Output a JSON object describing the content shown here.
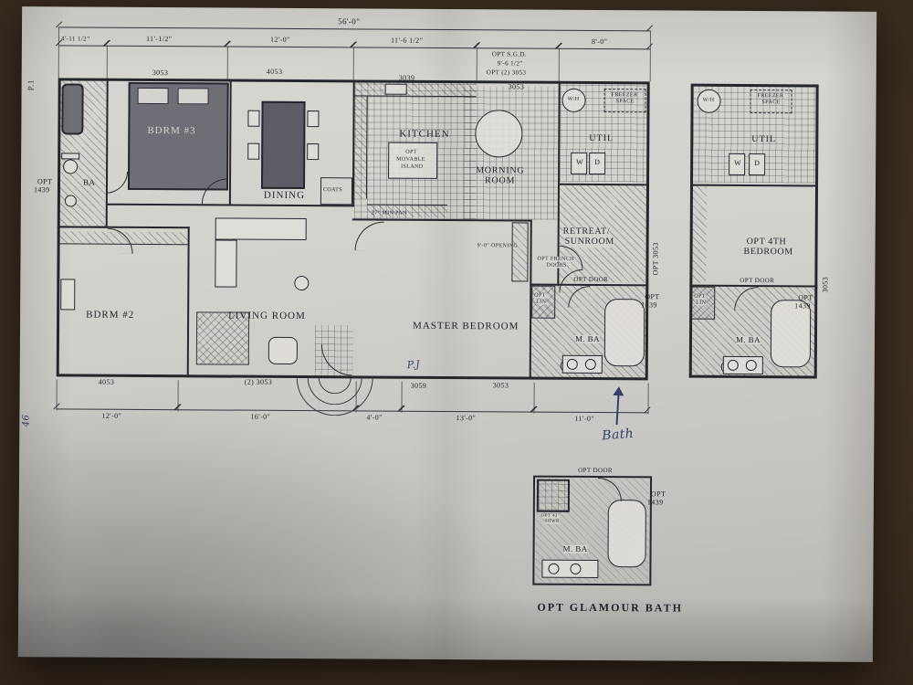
{
  "page": {
    "marker": "P.1",
    "side_note": "46"
  },
  "dims": {
    "top_overall": "56'-0\"",
    "top_seg_1": "4'-11 1/2\"",
    "top_seg_2": "11'-1/2\"",
    "top_seg_3": "12'-0\"",
    "top_seg_4": "11'-6 1/2\"",
    "top_seg_5": "8'-0\"",
    "opt_sgd_1": "OPT S.G.D.",
    "opt_sgd_2": "9'-6 1/2\"",
    "opt_sgd_3": "OPT (2) 3053",
    "bottom_seg_1": "12'-0\"",
    "bottom_seg_2": "16'-0\"",
    "bottom_seg_3": "4'-0\"",
    "bottom_seg_4": "13'-0\"",
    "bottom_seg_5": "11'-0\""
  },
  "windows": {
    "top_1": "3053",
    "top_2": "4053",
    "top_3": "3039",
    "top_4": "3053",
    "bottom_1": "4053",
    "bottom_2": "(2) 3053",
    "bottom_3": "3059",
    "bottom_4": "3053",
    "right_main": "OPT 3053",
    "right_opt": "3053"
  },
  "rooms": {
    "bdrm3": "BDRM #3",
    "ba": "BA",
    "ba_opt": "OPT",
    "ba_opt_num": "1439",
    "dining": "DINING",
    "coats": "COATS",
    "kitchen": "KITCHEN",
    "island_1": "OPT",
    "island_2": "MOVABLE",
    "island_3": "ISLAND",
    "pan": "27\" MIN PAN",
    "morning_1": "MORNING",
    "morning_2": "ROOM",
    "living": "LIVING ROOM",
    "bdrm2": "BDRM #2",
    "master": "MASTER BEDROOM",
    "retreat_1": "RETREAT/",
    "retreat_2": "SUNROOM",
    "opening": "9'-0\" OPENING",
    "french_1": "OPT FRENCH",
    "french_2": "DOORS",
    "opt_door": "OPT DOOR",
    "opt_lin_1": "OPT",
    "opt_lin_2": "LIN",
    "mba": "M. BA",
    "mba_opt": "OPT",
    "mba_opt_num": "1439"
  },
  "util": {
    "label": "UTIL",
    "wh": "W/H",
    "freezer_1": "FREEZER",
    "freezer_2": "SPACE",
    "w": "W",
    "d": "D"
  },
  "opt_section": {
    "util": "UTIL",
    "wh": "W/H",
    "freezer_1": "FREEZER",
    "freezer_2": "SPACE",
    "w": "W",
    "d": "D",
    "bedroom_1": "OPT 4TH",
    "bedroom_2": "BEDROOM",
    "opt_door": "OPT DOOR",
    "opt_lin_1": "OPT",
    "opt_lin_2": "LIN",
    "mba": "M. BA",
    "opt": "OPT",
    "opt_num": "1439"
  },
  "glamour": {
    "caption": "OPT GLAMOUR BATH",
    "mba": "M. BA",
    "opt_door": "OPT DOOR",
    "opt": "OPT",
    "opt_num": "1439",
    "shwr_1": "OPT 42\"",
    "shwr_2": "SHWR"
  },
  "handwriting": {
    "bath": "Bath",
    "pj": "P.J"
  }
}
